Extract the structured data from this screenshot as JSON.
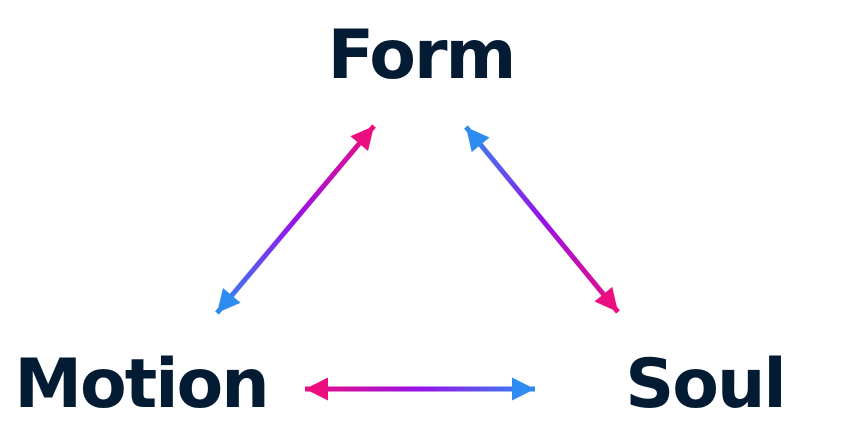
{
  "diagram": {
    "nodes": [
      {
        "id": "form",
        "label": "Form"
      },
      {
        "id": "motion",
        "label": "Motion"
      },
      {
        "id": "soul",
        "label": "Soul"
      }
    ],
    "edges": [
      {
        "from": "motion",
        "to": "form",
        "type": "double-arrow",
        "gradient": [
          "blue",
          "purple",
          "pink"
        ],
        "head_at_motion": "blue",
        "head_at_form": "pink"
      },
      {
        "from": "form",
        "to": "soul",
        "type": "double-arrow",
        "gradient": [
          "blue",
          "purple",
          "pink"
        ],
        "head_at_form": "blue",
        "head_at_soul": "pink"
      },
      {
        "from": "motion",
        "to": "soul",
        "type": "double-arrow",
        "gradient": [
          "pink",
          "purple",
          "blue"
        ],
        "head_at_motion": "pink",
        "head_at_soul": "blue"
      }
    ],
    "colors": {
      "text": "#041C33",
      "pink": "#EC0E7E",
      "purple": "#9712E6",
      "blue": "#2E8BF0",
      "background": "#FFFFFF"
    }
  }
}
